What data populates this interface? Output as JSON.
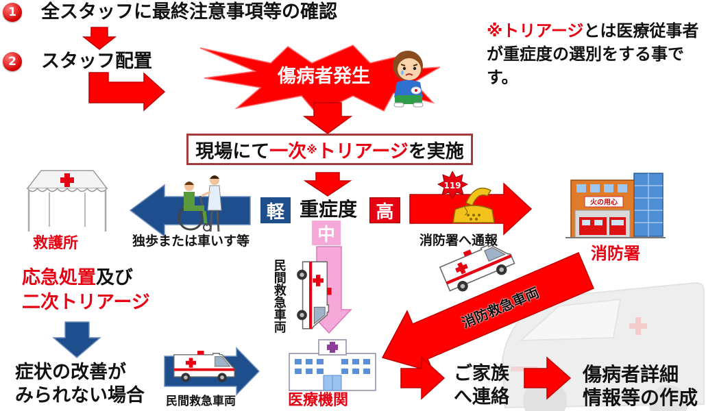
{
  "colors": {
    "red": "#e60012",
    "arrow_red": "#ff0000",
    "arrow_red_edge": "#c00000",
    "blue": "#1f4e8c",
    "pink": "#f6a8d8",
    "box_border": "#a63a3a"
  },
  "steps": [
    {
      "number": "1",
      "text": "全スタッフに最終注意事項等の確認"
    },
    {
      "number": "2",
      "text": "スタッフ配置"
    }
  ],
  "event": {
    "label": "傷病者発生"
  },
  "note": {
    "highlight": "※トリアージ",
    "line1_rest": "とは医療従事者",
    "line2": "が重症度の選別をする事で",
    "line3": "す。"
  },
  "triage_box": {
    "part1": "現場にて",
    "part2": "一次",
    "mark": "※",
    "part3": "トリアージ",
    "part4": "を実施"
  },
  "severity": {
    "label": "重症度",
    "low": "軽",
    "mid": "中",
    "high": "高"
  },
  "low_path": {
    "arrow_label": "独歩または車いす等",
    "destination": "救護所",
    "treatment_red": "応急処置",
    "treatment_rest": "及び",
    "secondary": "二次トリアージ",
    "condition_line1": "症状の改善が",
    "condition_line2": "みられない場合",
    "transport": "民間救急車両"
  },
  "mid_path": {
    "transport": "民間救急車両"
  },
  "high_path": {
    "arrow_label": "消防署へ通報",
    "destination": "消防署",
    "transport": "消防救急車両"
  },
  "hospital": {
    "label": "医療機関"
  },
  "after": {
    "family_line1": "ご家族",
    "family_line2": "へ連絡",
    "report_line1": "傷病者詳細",
    "report_line2": "情報等の作成"
  },
  "icons": {
    "phone_number": "119",
    "station_sign": "火の用心",
    "child": "injured-child-icon",
    "tent": "first-aid-tent-icon",
    "wheelchair": "wheelchair-assist-icon",
    "phone": "phone-119-icon",
    "fire_station": "fire-station-icon",
    "ambulance": "ambulance-icon",
    "hospital": "hospital-icon"
  }
}
